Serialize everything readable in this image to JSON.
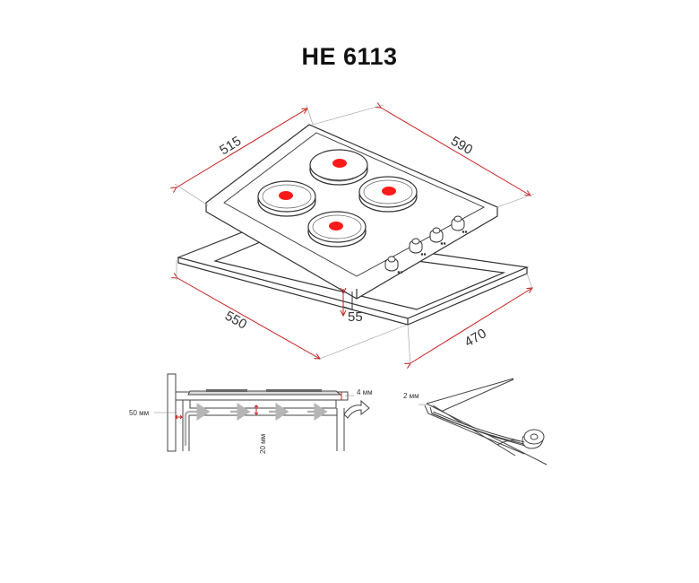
{
  "title": "HE 6113",
  "dimensions": {
    "top_left": "515",
    "top_right": "590",
    "cut_left": "550",
    "cut_right": "470",
    "depth": "55"
  },
  "install": {
    "gap_side": "50 мм",
    "gap_bottom": "20 мм",
    "gap_front": "4 мм",
    "seal": "2 мм"
  },
  "colors": {
    "dimension_line": "#c81e1e",
    "burner_hot": "#ff1a1a",
    "outline": "#333333",
    "airflow": "#9a9a9a"
  }
}
